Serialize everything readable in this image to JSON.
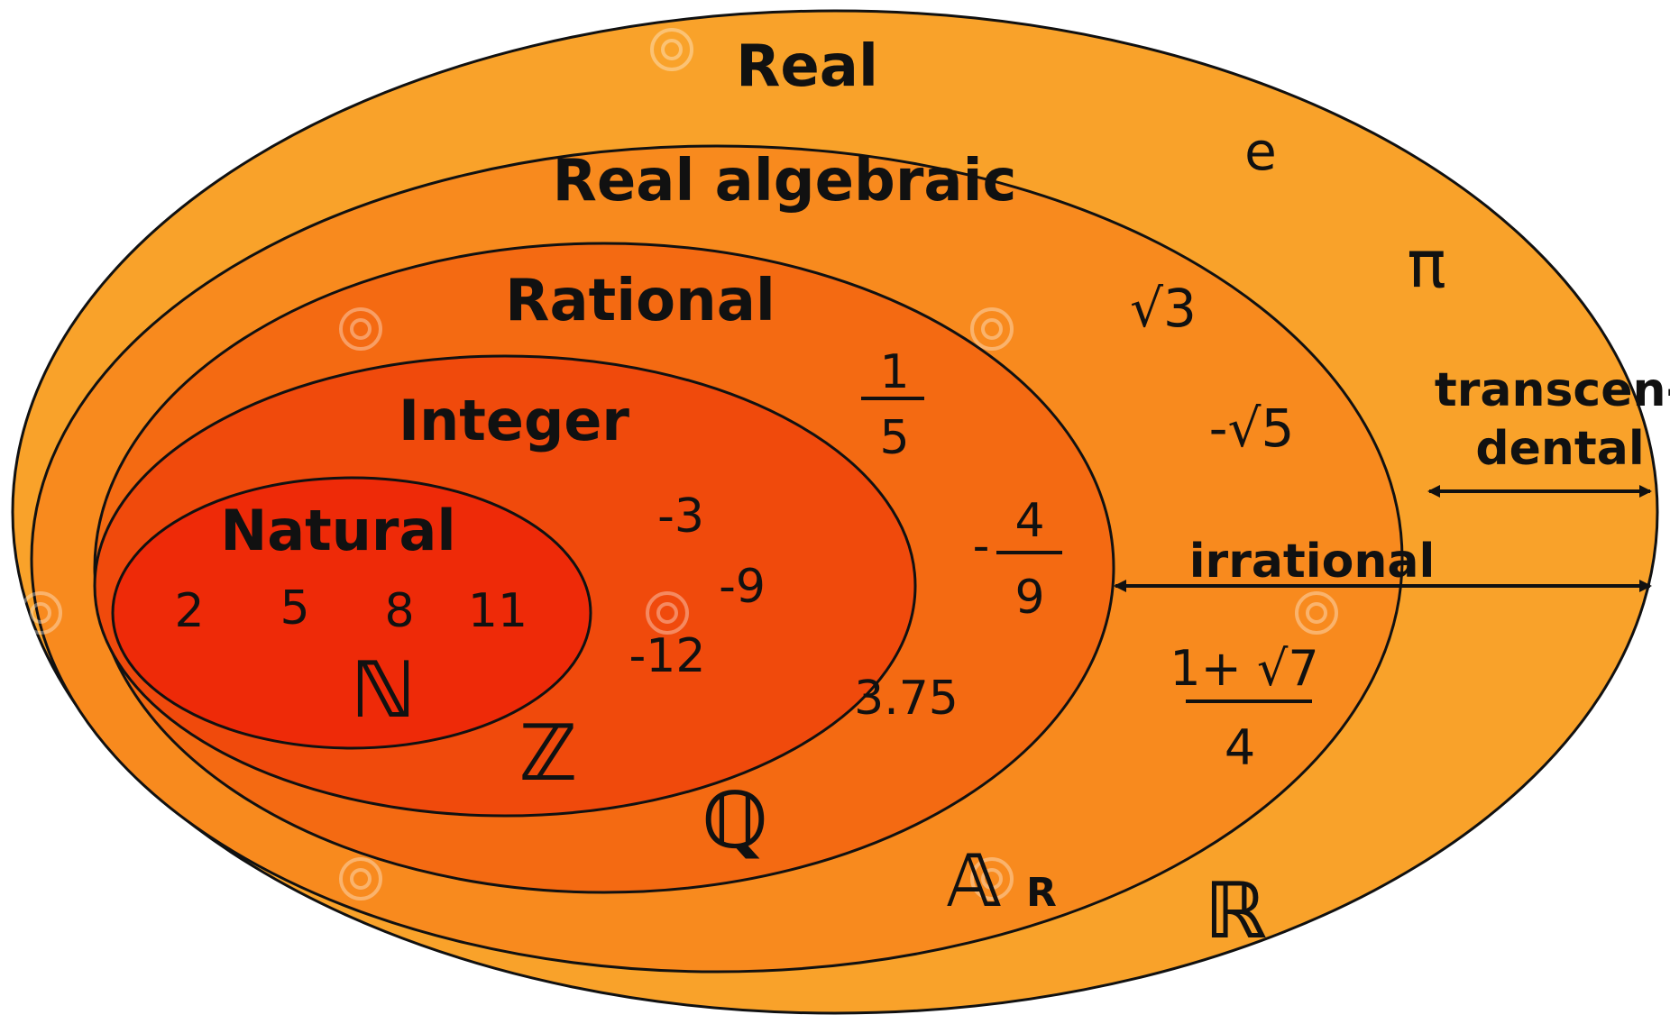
{
  "colors": {
    "real": "#f9a22a",
    "real_algebraic": "#f88a1e",
    "rational": "#f46a12",
    "integer": "#f04a0c",
    "natural": "#ee2a08",
    "outline": "#111111"
  },
  "sets": {
    "real": {
      "label": "Real",
      "symbol": "ℝ"
    },
    "real_algebraic": {
      "label": "Real algebraic",
      "symbol": "𝔸",
      "symbol_sub": "R"
    },
    "rational": {
      "label": "Rational",
      "symbol": "ℚ"
    },
    "integer": {
      "label": "Integer",
      "symbol": "ℤ"
    },
    "natural": {
      "label": "Natural",
      "symbol": "ℕ"
    }
  },
  "examples": {
    "natural": [
      "2",
      "5",
      "8",
      "11"
    ],
    "integer": [
      "-3",
      "-9",
      "-12"
    ],
    "rational": {
      "frac1_num": "1",
      "frac1_den": "5",
      "frac2_sign": "-",
      "frac2_num": "4",
      "frac2_den": "9",
      "decimal": "3.75"
    },
    "algebraic": {
      "sqrt3": "√3",
      "neg_sqrt5": "-√5",
      "frac_num": "1+ √7",
      "frac_den": "4"
    },
    "transcendental": {
      "e": "e",
      "pi": "π"
    }
  },
  "annotations": {
    "irrational": "irrational",
    "transcendental_line1": "transcen-",
    "transcendental_line2": "dental"
  }
}
